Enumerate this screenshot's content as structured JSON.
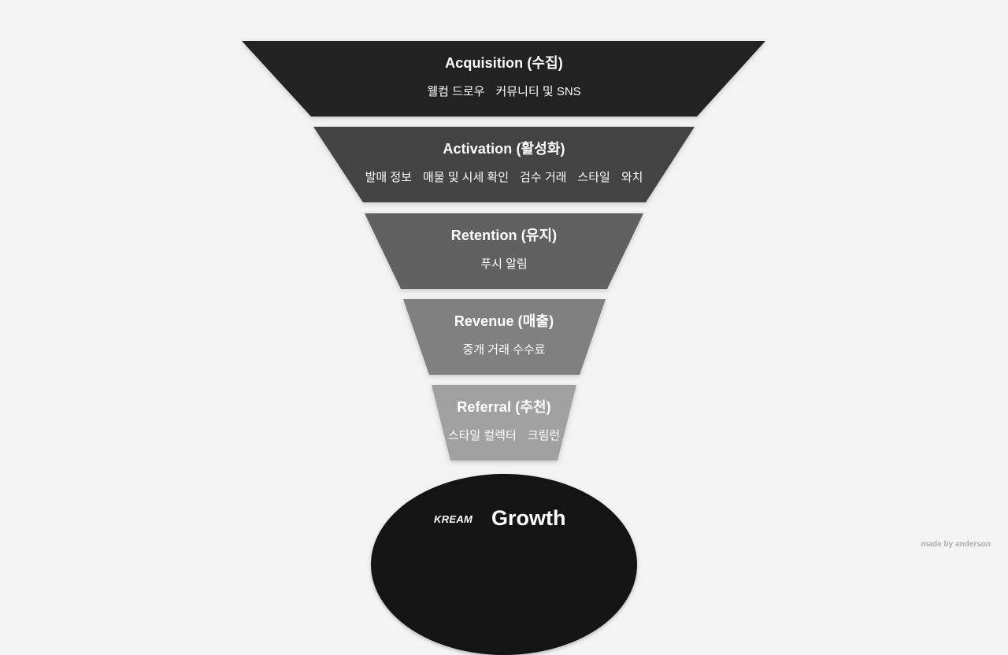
{
  "funnel": [
    {
      "title": "Acquisition (수집)",
      "items": [
        "웰컴 드로우",
        "커뮤니티 및 SNS"
      ],
      "color": "#222222"
    },
    {
      "title": "Activation (활성화)",
      "items": [
        "발매 정보",
        "매물 및 시세 확인",
        "검수 거래",
        "스타일",
        "와치"
      ],
      "color": "#434343"
    },
    {
      "title": "Retention (유지)",
      "items": [
        "푸시 알림"
      ],
      "color": "#616161"
    },
    {
      "title": "Revenue (매출)",
      "items": [
        "중개 거래 수수료"
      ],
      "color": "#808080"
    },
    {
      "title": "Referral (추천)",
      "items": [
        "스타일 컬렉터",
        "크림런"
      ],
      "color": "#a1a1a1"
    }
  ],
  "bottom": {
    "brand": "KREAM",
    "label": "Growth",
    "color": "#141414"
  },
  "credit": "made by anderson"
}
